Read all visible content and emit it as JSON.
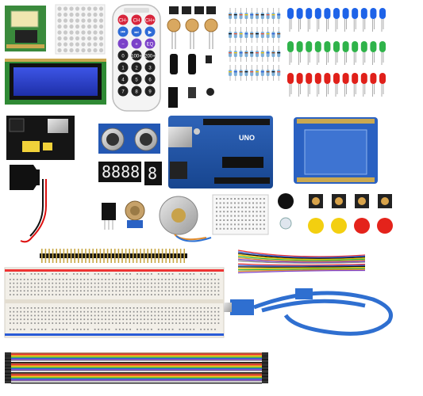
{
  "remote": {
    "row1": [
      "CH-",
      "CH",
      "CH+"
    ],
    "row2": [
      "⏮",
      "⏭",
      "▶"
    ],
    "row3": [
      "−",
      "+",
      "EQ"
    ],
    "row4": [
      "0",
      "100+",
      "200+"
    ],
    "digits": [
      "1",
      "2",
      "3",
      "4",
      "5",
      "6",
      "7",
      "8",
      "9"
    ]
  },
  "uno_label": "UNO",
  "seven_seg_4": "8888",
  "seven_seg_1": "8",
  "colors": {
    "pcb_blue": "#1f4fa0",
    "lcd_green": "#3a8f3a",
    "lcd_screen": "#2b3fd1",
    "breadboard": "#f2efe8",
    "usb_cable": "#2f6fd0",
    "led_blue": "#1e63e8",
    "led_green": "#2fb34a",
    "led_red": "#e0201a",
    "cap_yellow": "#f3cf10",
    "cap_red": "#e4231b"
  }
}
